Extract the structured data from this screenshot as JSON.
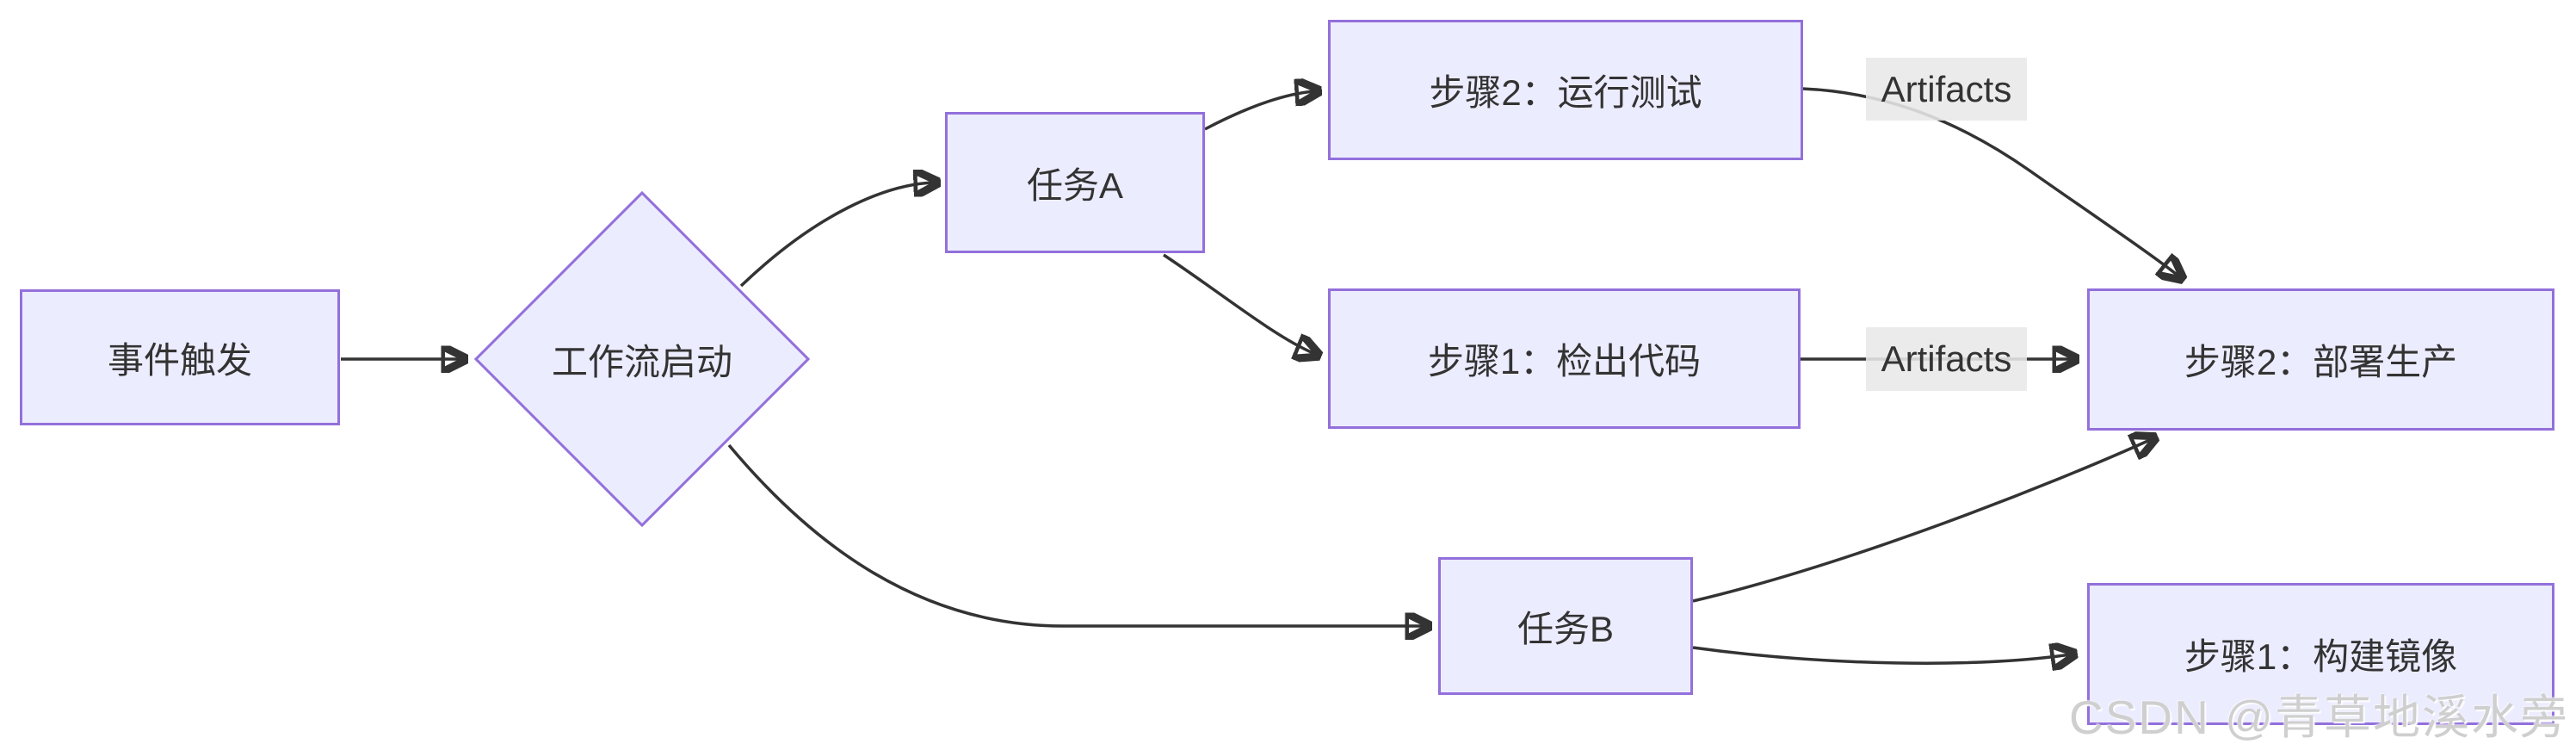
{
  "diagram": {
    "type": "flowchart-lr",
    "nodes": {
      "event": {
        "label": "事件触发",
        "shape": "rect"
      },
      "decision": {
        "label": "工作流启动",
        "shape": "diamond"
      },
      "task_a": {
        "label": "任务A",
        "shape": "rect"
      },
      "step2_run_tests": {
        "label": "步骤2：运行测试",
        "shape": "rect"
      },
      "step1_checkout": {
        "label": "步骤1：检出代码",
        "shape": "rect"
      },
      "step2_deploy": {
        "label": "步骤2：部署生产",
        "shape": "rect"
      },
      "task_b": {
        "label": "任务B",
        "shape": "rect"
      },
      "step1_build_image": {
        "label": "步骤1：构建镜像",
        "shape": "rect"
      }
    },
    "edges": [
      {
        "from": "event",
        "to": "decision",
        "label": ""
      },
      {
        "from": "decision",
        "to": "task_a",
        "label": ""
      },
      {
        "from": "task_a",
        "to": "step2_run_tests",
        "label": ""
      },
      {
        "from": "task_a",
        "to": "step1_checkout",
        "label": ""
      },
      {
        "from": "step2_run_tests",
        "to": "step2_deploy",
        "label": "Artifacts"
      },
      {
        "from": "step1_checkout",
        "to": "step2_deploy",
        "label": "Artifacts"
      },
      {
        "from": "decision",
        "to": "task_b",
        "label": ""
      },
      {
        "from": "task_b",
        "to": "step2_deploy",
        "label": ""
      },
      {
        "from": "task_b",
        "to": "step1_build_image",
        "label": ""
      }
    ],
    "edge_labels": {
      "artifacts_top": "Artifacts",
      "artifacts_mid": "Artifacts"
    },
    "colors": {
      "node_fill": "#ECECFF",
      "node_border": "#9370DB",
      "edge_stroke": "#333333",
      "edge_label_bg": "#e8e8e8",
      "text": "#333333",
      "background": "#ffffff",
      "watermark_text": "#cfcfcf"
    },
    "watermark": "CSDN @青草地溪水旁"
  }
}
